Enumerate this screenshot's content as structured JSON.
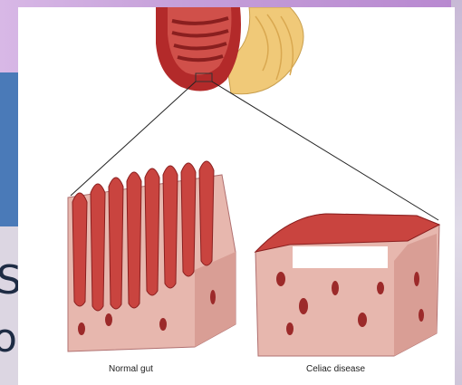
{
  "slide": {
    "partial_text_line1": "S",
    "partial_text_line2": "o"
  },
  "figure": {
    "caption_left": "Normal gut",
    "caption_right": "Celiac disease",
    "colors": {
      "tissue": "#e7b7ae",
      "villus": "#c9443f",
      "villus_dark": "#9c2a2a",
      "intestine_outer": "#b32a2a",
      "fat": "#f0c978"
    }
  }
}
